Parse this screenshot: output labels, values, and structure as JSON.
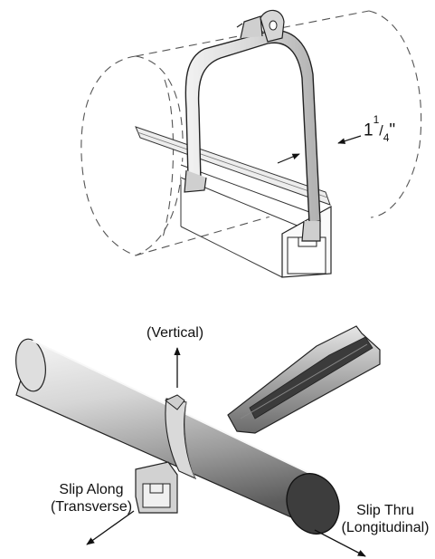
{
  "top_figure": {
    "dimension": {
      "whole": "1",
      "num": "1",
      "slash": "/",
      "den": "4",
      "unit": "\""
    }
  },
  "bottom_figure": {
    "vertical_label": "(Vertical)",
    "slip_along": {
      "line1": "Slip Along",
      "line2": "(Transverse)"
    },
    "slip_thru": {
      "line1": "Slip Thru",
      "line2": "(Longitudinal)"
    }
  },
  "colors": {
    "clamp": "#c9c9c9",
    "outline": "#222222",
    "pipe_mid": "#bdbdbd",
    "pipe_dark": "#3a3a3a",
    "channel_dark": "#555555"
  }
}
